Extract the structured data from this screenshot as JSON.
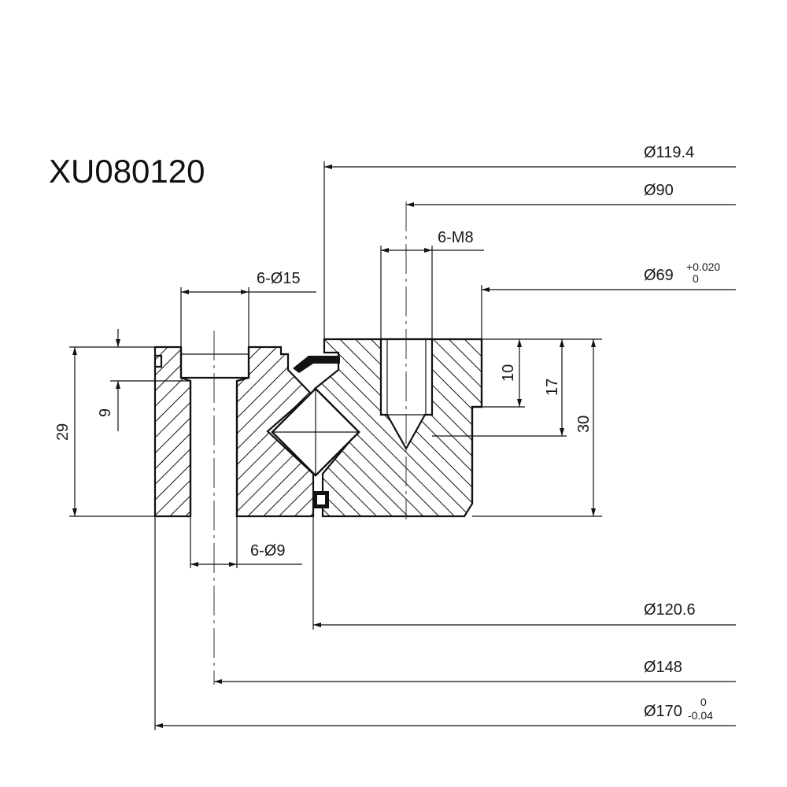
{
  "title": "XU080120",
  "dimensions": {
    "d119_4": "Ø119.4",
    "d90": "Ø90",
    "m8": "6-M8",
    "d69": "Ø69",
    "d69_tol_upper": "+0.020",
    "d69_tol_lower": "0",
    "d15": "6-Ø15",
    "d9": "6-Ø9",
    "d120_6": "Ø120.6",
    "d148": "Ø148",
    "d170": "Ø170",
    "d170_tol_upper": "0",
    "d170_tol_lower": "-0.04",
    "h29": "29",
    "h9": "9",
    "h10": "10",
    "h17": "17",
    "h30": "30"
  },
  "colors": {
    "line": "#111111",
    "background": "#ffffff"
  }
}
